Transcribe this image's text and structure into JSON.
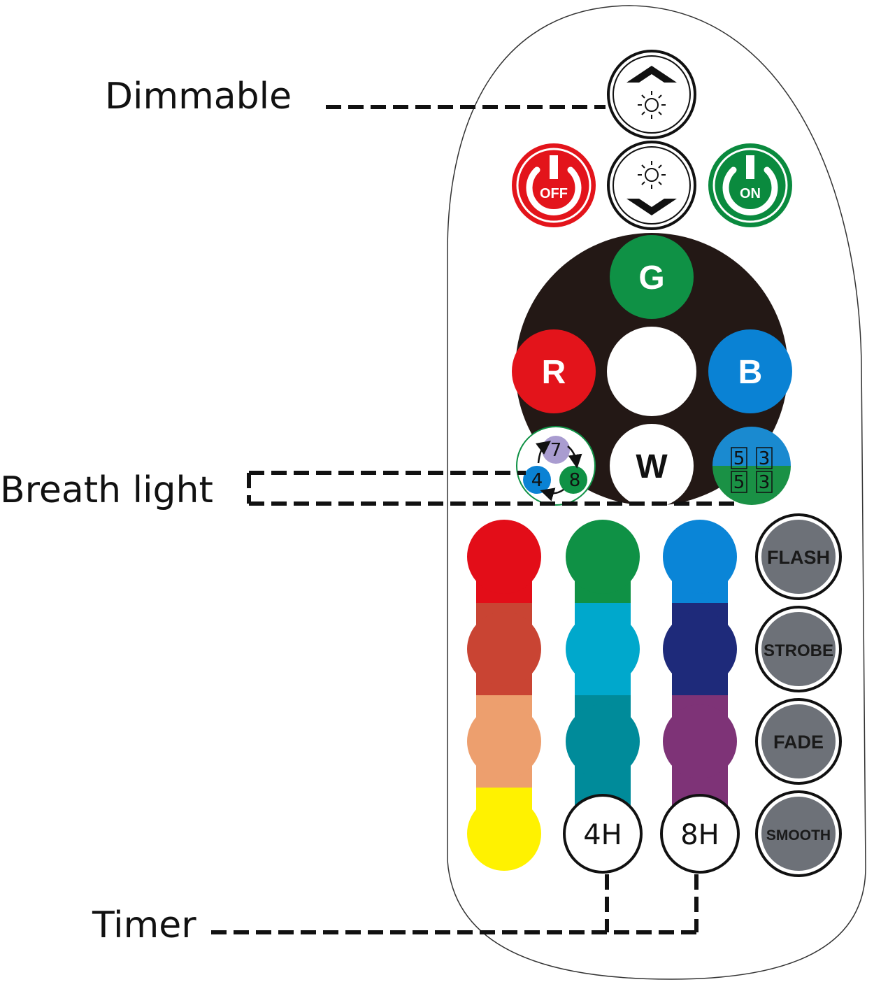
{
  "callouts": {
    "dimmable": "Dimmable",
    "breath_light": "Breath light",
    "timer": "Timer"
  },
  "power": {
    "off_label": "OFF",
    "on_label": "ON",
    "off_color": "#e3141b",
    "on_color": "#0a8a3e"
  },
  "dimmer": {
    "up_icon": "brightness-up-icon",
    "down_icon": "brightness-down-icon"
  },
  "color_wheel": {
    "g_label": "G",
    "r_label": "R",
    "b_label": "B",
    "w_label": "W",
    "g_color": "#0f9145",
    "r_color": "#e3141b",
    "b_color": "#0a82d4"
  },
  "breath": {
    "n7": "7",
    "n4": "4",
    "n8": "8"
  },
  "mode53": {
    "tl": "5",
    "tr": "3",
    "bl": "5",
    "br": "3"
  },
  "color_grid": {
    "columns": [
      [
        "#e30d18",
        "#c94433",
        "#ed9f6e",
        "#fff200"
      ],
      [
        "#0f9145",
        "#00a8cc",
        "#008b9a"
      ],
      [
        "#0a85d7",
        "#1e2a7a",
        "#7e3377"
      ]
    ]
  },
  "timers": {
    "t4": "4H",
    "t8": "8H"
  },
  "modes": {
    "flash": "FLASH",
    "strobe": "STROBE",
    "fade": "FADE",
    "smooth": "SMOOTH"
  }
}
